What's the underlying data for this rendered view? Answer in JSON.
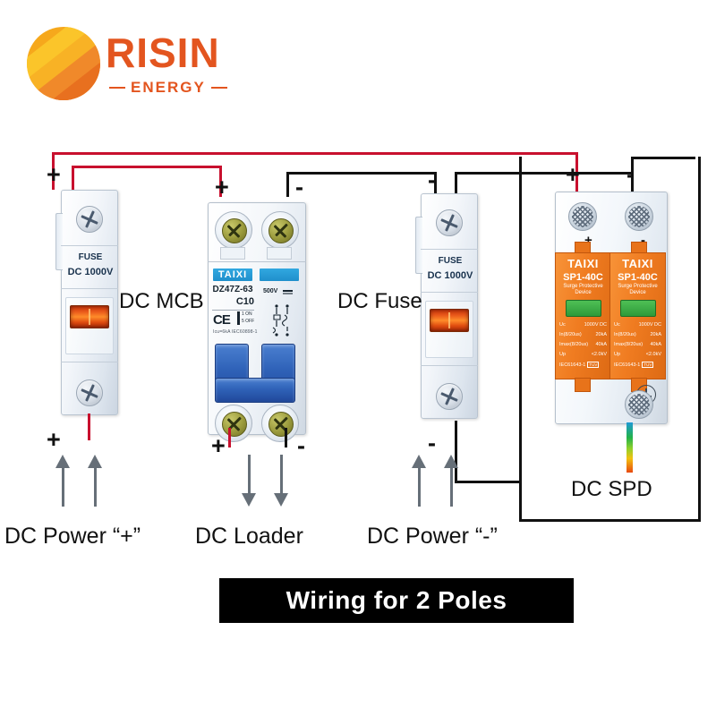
{
  "brand": {
    "name": "RISIN",
    "tagline": "ENERGY",
    "logo_icon": "sun-icon",
    "color": "#e3551f"
  },
  "banner": {
    "title": "Wiring for 2 Poles",
    "background": "#000000",
    "text_color": "#ffffff"
  },
  "callouts": {
    "mcb": "DC MCB",
    "fuse": "DC Fuse",
    "spd": "DC SPD"
  },
  "bottom_labels": {
    "power_plus": "DC Power “+”",
    "loader": "DC Loader",
    "power_minus": "DC Power “-”"
  },
  "polarity": {
    "plus": "+",
    "minus": "-"
  },
  "devices": {
    "fuse_left": {
      "type": "dc-fuse",
      "line1": "FUSE",
      "line2": "DC 1000V",
      "top_sign": "+",
      "bottom_sign": "+",
      "indicator_color": "#e8571a"
    },
    "mcb": {
      "type": "dc-mcb",
      "brand": "TAIXI",
      "model": "DZ47Z-63",
      "rating": "C10",
      "certification": "CE",
      "switch_on": "1 ON",
      "switch_off": "5 OFF",
      "fine_print": "Icu=6kA IEC60898-1",
      "voltage": "500V",
      "top_sign_left": "+",
      "top_sign_right": "-",
      "bottom_sign_left": "+",
      "bottom_sign_right": "-",
      "lever_color": "#2f62b8"
    },
    "fuse_right": {
      "type": "dc-fuse",
      "line1": "FUSE",
      "line2": "DC 1000V",
      "top_sign": "-",
      "bottom_sign": "-",
      "indicator_color": "#e8571a"
    },
    "spd": {
      "type": "dc-spd",
      "top_sign_left": "+",
      "top_sign_right": "-",
      "terminal_sign_left": "+",
      "terminal_sign_right": "-",
      "ground_icon": "earth-ground-icon",
      "modules": [
        {
          "brand": "TAIXI",
          "model": "SP1-40C",
          "desc_line1": "Surge Protective",
          "desc_line2": "Device",
          "status_color": "#2e9b3a",
          "specs": [
            {
              "label": "Uc",
              "value": "1000V DC"
            },
            {
              "label": "In(8/20us)",
              "value": "20kA"
            },
            {
              "label": "Imax(8/20us)",
              "value": "40kA"
            },
            {
              "label": "Up",
              "value": "<2.0kV"
            }
          ],
          "standard": "IEC61643-1",
          "standard_mark": "TUV"
        },
        {
          "brand": "TAIXI",
          "model": "SP1-40C",
          "desc_line1": "Surge Protective",
          "desc_line2": "Device",
          "status_color": "#2e9b3a",
          "specs": [
            {
              "label": "Uc",
              "value": "1000V DC"
            },
            {
              "label": "In(8/20us)",
              "value": "20kA"
            },
            {
              "label": "Imax(8/20us)",
              "value": "40kA"
            },
            {
              "label": "Up",
              "value": "<2.0kV"
            }
          ],
          "standard": "IEC61643-1",
          "standard_mark": "TUV"
        }
      ]
    }
  },
  "wiring": {
    "positive_color": "#c8102e",
    "negative_color": "#111111",
    "ground_color_sequence": "green-yellow-red"
  }
}
